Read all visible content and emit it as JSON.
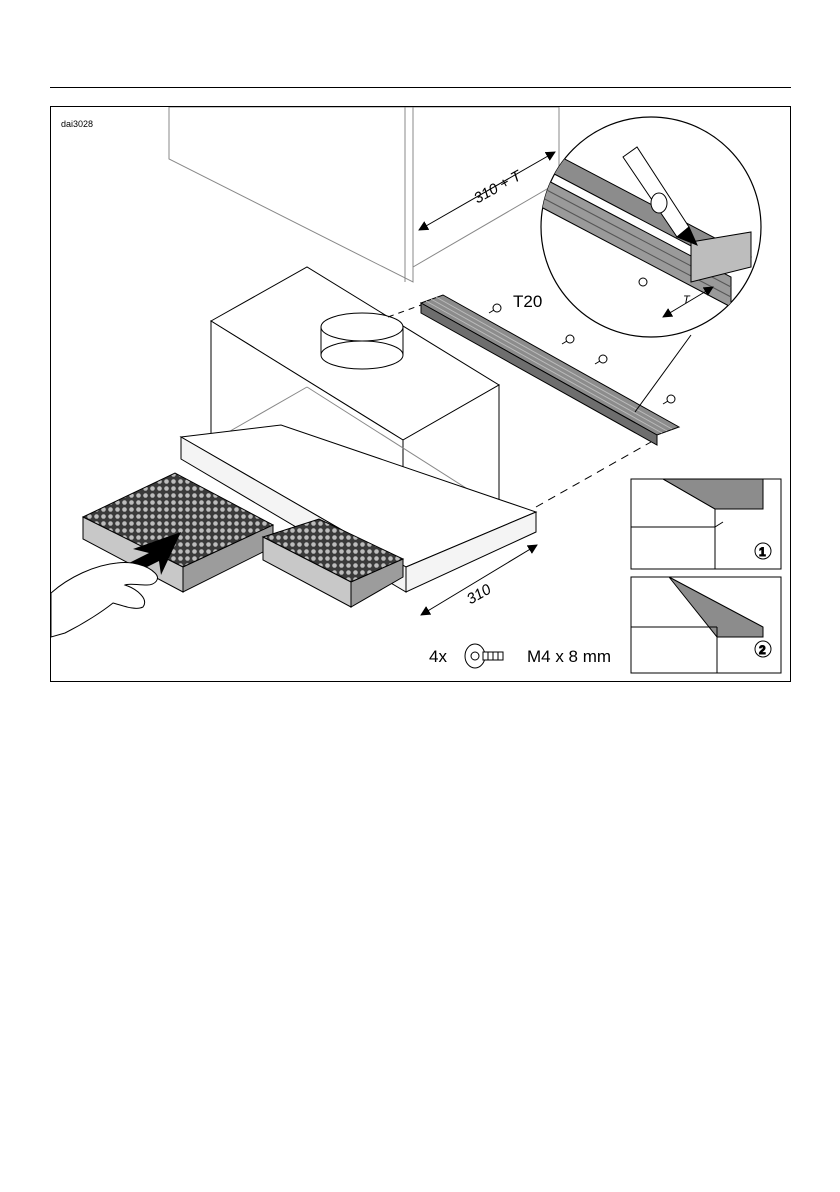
{
  "figure": {
    "code": "dai3028",
    "cabinet_dimension": "310 + T",
    "torx_label": "T20",
    "detail_dimension": "T",
    "base_dimension": "310",
    "screw_quantity": "4x",
    "screw_spec": "M4 x 8 mm",
    "step_labels": [
      "1",
      "2"
    ]
  },
  "colors": {
    "line": "#000000",
    "rail_grey": "#8c8c8c",
    "filter_mesh": "#555555",
    "panel_white": "#ffffff"
  },
  "icons": [
    "screw-icon",
    "arrow-icon",
    "hand-icon"
  ]
}
